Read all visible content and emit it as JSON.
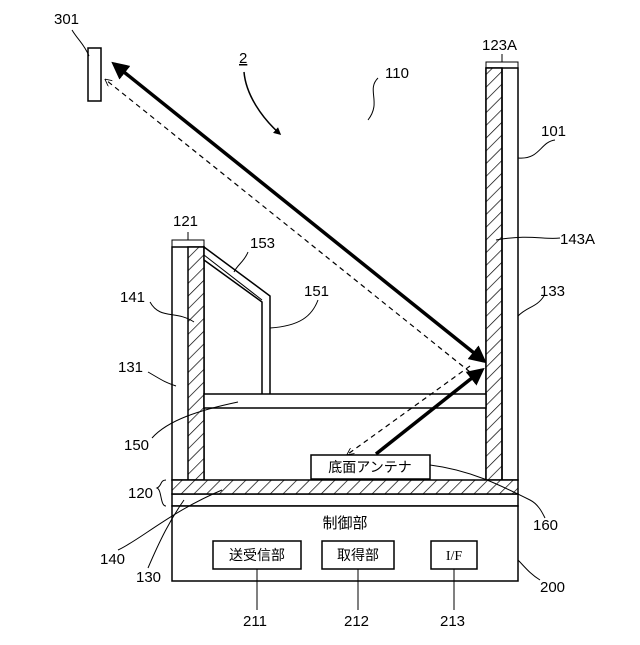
{
  "labels": {
    "l301": "301",
    "l2": "2",
    "l110": "110",
    "l123A": "123A",
    "l101": "101",
    "l121": "121",
    "l153": "153",
    "l143A": "143A",
    "l141": "141",
    "l151": "151",
    "l133": "133",
    "l131": "131",
    "l150": "150",
    "l120": "120",
    "l160": "160",
    "l140": "140",
    "l130": "130",
    "l200": "200",
    "l211": "211",
    "l212": "212",
    "l213": "213"
  },
  "boxes": {
    "bottom_antenna": "底面アンテナ",
    "control_unit": "制御部",
    "transceiver": "送受信部",
    "acquisition": "取得部",
    "interface": "I/F"
  }
}
